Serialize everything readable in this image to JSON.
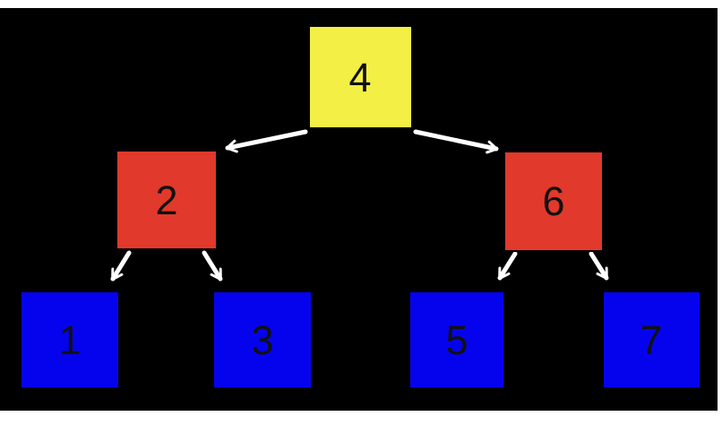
{
  "diagram": {
    "title": "binary-tree-diagram",
    "type": "binary tree",
    "page_background": "#ffffff",
    "canvas_background": "#000000",
    "arrow_color": "#ffffff",
    "label_color": "#111111",
    "colors": {
      "root": "#f4ef44",
      "internal": "#e1392b",
      "leaf": "#0503ee"
    },
    "nodes": [
      {
        "id": "node-4",
        "label": "4",
        "role": "root",
        "level": 0
      },
      {
        "id": "node-2",
        "label": "2",
        "role": "internal",
        "level": 1
      },
      {
        "id": "node-6",
        "label": "6",
        "role": "internal",
        "level": 1
      },
      {
        "id": "node-1",
        "label": "1",
        "role": "leaf",
        "level": 2
      },
      {
        "id": "node-3",
        "label": "3",
        "role": "leaf",
        "level": 2
      },
      {
        "id": "node-5",
        "label": "5",
        "role": "leaf",
        "level": 2
      },
      {
        "id": "node-7",
        "label": "7",
        "role": "leaf",
        "level": 2
      }
    ],
    "edges": [
      {
        "from": "4",
        "to": "2"
      },
      {
        "from": "4",
        "to": "6"
      },
      {
        "from": "2",
        "to": "1"
      },
      {
        "from": "2",
        "to": "3"
      },
      {
        "from": "6",
        "to": "5"
      },
      {
        "from": "6",
        "to": "7"
      }
    ]
  }
}
